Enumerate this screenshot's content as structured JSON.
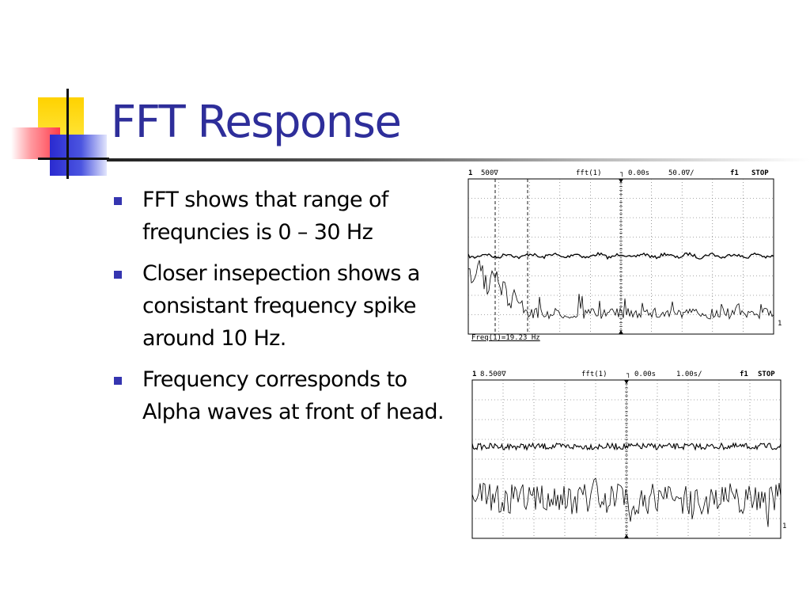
{
  "slide": {
    "title": "FFT Response",
    "bullets": [
      "FFT shows that range of frequncies is 0 – 30 Hz",
      "Closer insepection shows a consistant frequency spike around 10 Hz.",
      "Frequency corresponds to Alpha waves at front of head."
    ]
  },
  "colors": {
    "title": "#2e2e9a",
    "bullet": "#3535b0",
    "logo_yellow": "#ffd200",
    "logo_red": "#ff3b4a",
    "logo_blue": "#2a2ad0"
  },
  "scopes": [
    {
      "channel": "1",
      "volts": "500∇",
      "mode": "fft(1)",
      "offset": "0.00s",
      "timebase": "50.0∇/",
      "trigger": "f1",
      "status": "STOP",
      "measurement": "Freq(1)=19.23 Hz",
      "side_marker": "1"
    },
    {
      "channel": "1",
      "volts": "8.500∇",
      "mode": "fft(1)",
      "offset": "0.00s",
      "timebase": "1.00s/",
      "trigger": "f1",
      "status": "STOP",
      "side_marker": "1"
    }
  ]
}
